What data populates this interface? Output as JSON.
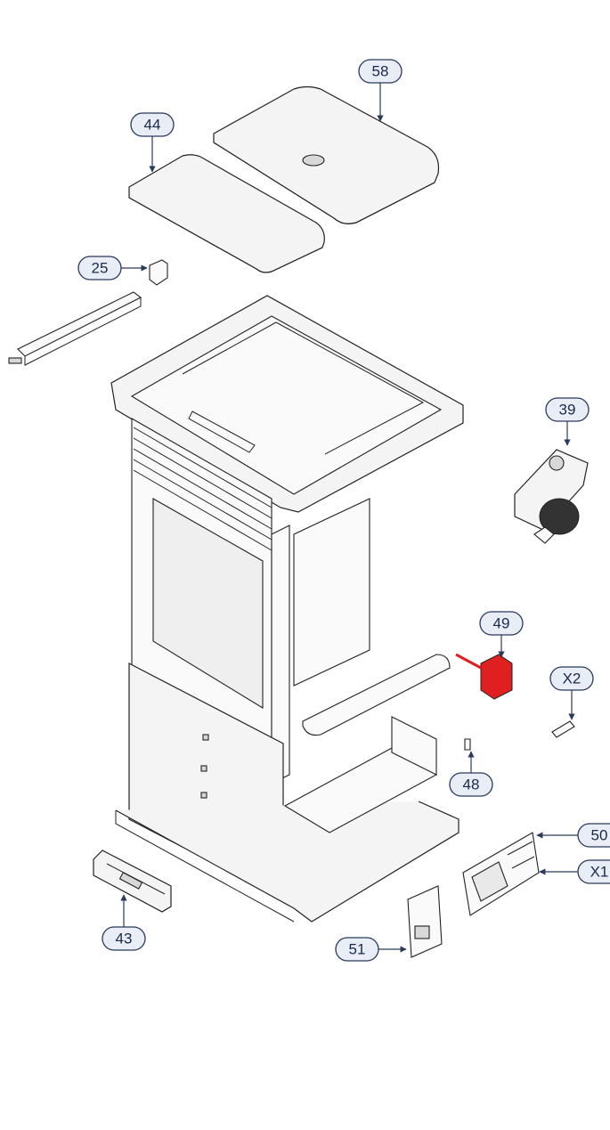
{
  "callouts": [
    {
      "id": "58",
      "label": "58"
    },
    {
      "id": "44",
      "label": "44"
    },
    {
      "id": "25",
      "label": "25"
    },
    {
      "id": "39",
      "label": "39"
    },
    {
      "id": "49",
      "label": "49"
    },
    {
      "id": "X2",
      "label": "X2"
    },
    {
      "id": "48",
      "label": "48"
    },
    {
      "id": "50",
      "label": "50"
    },
    {
      "id": "X1",
      "label": "X1"
    },
    {
      "id": "43",
      "label": "43"
    },
    {
      "id": "51",
      "label": "51"
    }
  ],
  "colors": {
    "bubble_fill": "#e9edf6",
    "bubble_stroke": "#2a3a5c",
    "highlight_part": "#e02020",
    "line": "#222222"
  }
}
